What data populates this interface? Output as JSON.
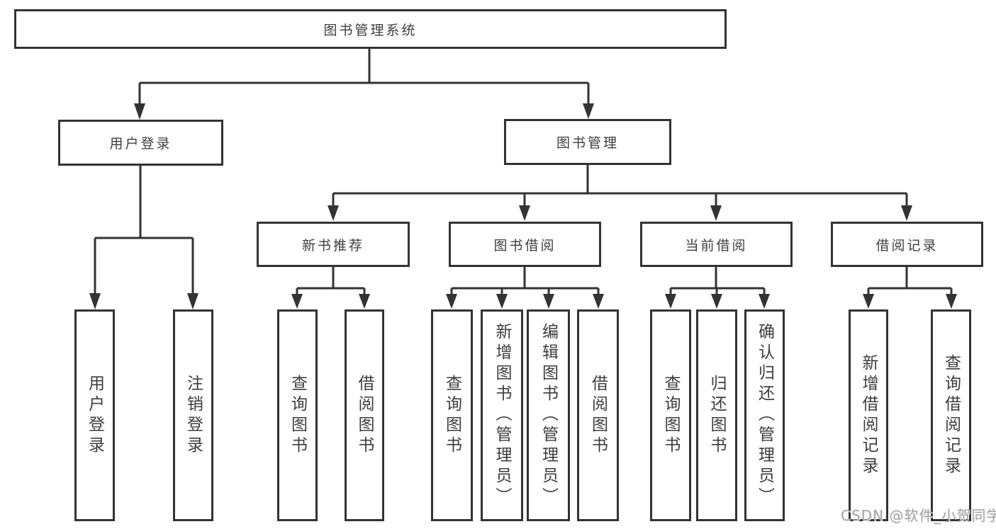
{
  "tree": {
    "root": {
      "label": "图书管理系统",
      "children": [
        {
          "label": "用户登录",
          "children": [
            {
              "label": "用户登录"
            },
            {
              "label": "注销登录"
            }
          ]
        },
        {
          "label": "图书管理",
          "children": [
            {
              "label": "新书推荐",
              "children": [
                {
                  "label": "查询图书"
                },
                {
                  "label": "借阅图书"
                }
              ]
            },
            {
              "label": "图书借阅",
              "children": [
                {
                  "label": "查询图书"
                },
                {
                  "label": "新增图书（管理员）"
                },
                {
                  "label": "编辑图书（管理员）"
                },
                {
                  "label": "借阅图书"
                }
              ]
            },
            {
              "label": "当前借阅",
              "children": [
                {
                  "label": "查询图书"
                },
                {
                  "label": "归还图书"
                },
                {
                  "label": "确认归还（管理员）"
                }
              ]
            },
            {
              "label": "借阅记录",
              "children": [
                {
                  "label": "新增借阅记录"
                },
                {
                  "label": "查询借阅记录"
                }
              ]
            }
          ]
        }
      ]
    }
  },
  "watermark": {
    "text": "CSDN @软件_小贺同学"
  },
  "colors": {
    "line": "#333333",
    "box_border": "#333333",
    "text": "#3d3d3d",
    "watermark": "#a3a3a3",
    "background": "#ffffff"
  }
}
